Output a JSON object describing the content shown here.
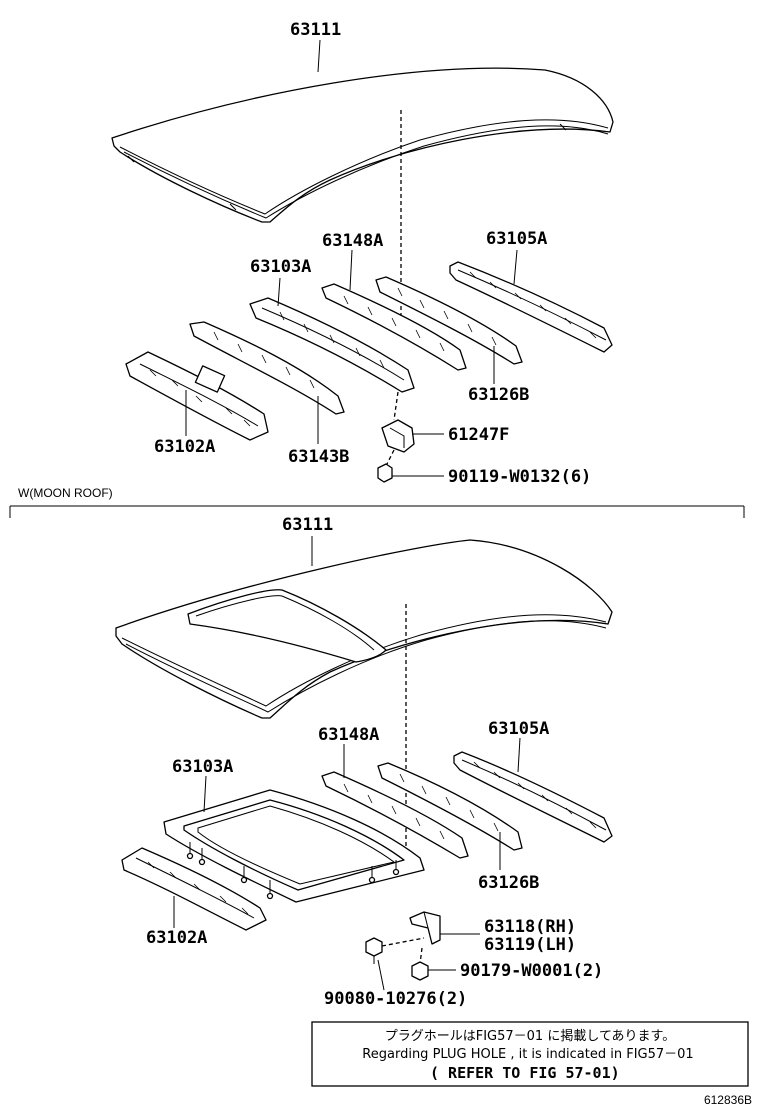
{
  "section_top": {
    "labels": {
      "roof_panel": "63111",
      "rail_148": "63148A",
      "rail_105": "63105A",
      "rail_103": "63103A",
      "rail_126": "63126B",
      "rail_102": "63102A",
      "rail_143": "63143B",
      "bracket": "61247F",
      "bolt": "90119-W0132(6)"
    }
  },
  "section_moonroof": {
    "header": "W(MOON ROOF)",
    "labels": {
      "roof_panel": "63111",
      "rail_148": "63148A",
      "rail_105": "63105A",
      "frame_103": "63103A",
      "rail_126": "63126B",
      "rail_102": "63102A",
      "bracket_rh": "63118(RH)",
      "bracket_lh": "63119(LH)",
      "nut": "90179-W0001(2)",
      "bolt": "90080-10276(2)"
    }
  },
  "note": {
    "line_jp": "プラグホールはFIG57－01 に掲載してあります。",
    "line_en": "Regarding  PLUG HOLE , it is indicated  in  FIG57－01",
    "line_ref": "(  REFER TO FIG 57-01)"
  },
  "figure_id": "612836B"
}
